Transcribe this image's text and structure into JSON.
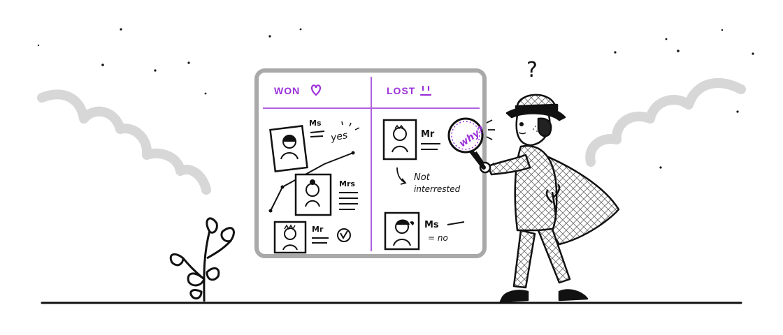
{
  "board": {
    "won_label": "WON",
    "lost_label": "LOST",
    "cards_won": [
      {
        "title": "Ms",
        "note": "yes"
      },
      {
        "title": "Mrs",
        "note": ""
      },
      {
        "title": "Mr",
        "note": ""
      }
    ],
    "cards_lost": [
      {
        "title": "Mr",
        "note_line1": "Not",
        "note_line2": "interrested"
      },
      {
        "title": "Ms",
        "note": "= no"
      }
    ]
  },
  "detective": {
    "lens_text": "why?",
    "question_mark": "?"
  },
  "colors": {
    "accent": "#9b30d9",
    "ink": "#111111",
    "board_border": "#a9a9a9",
    "cloud": "#d9d9d9"
  }
}
